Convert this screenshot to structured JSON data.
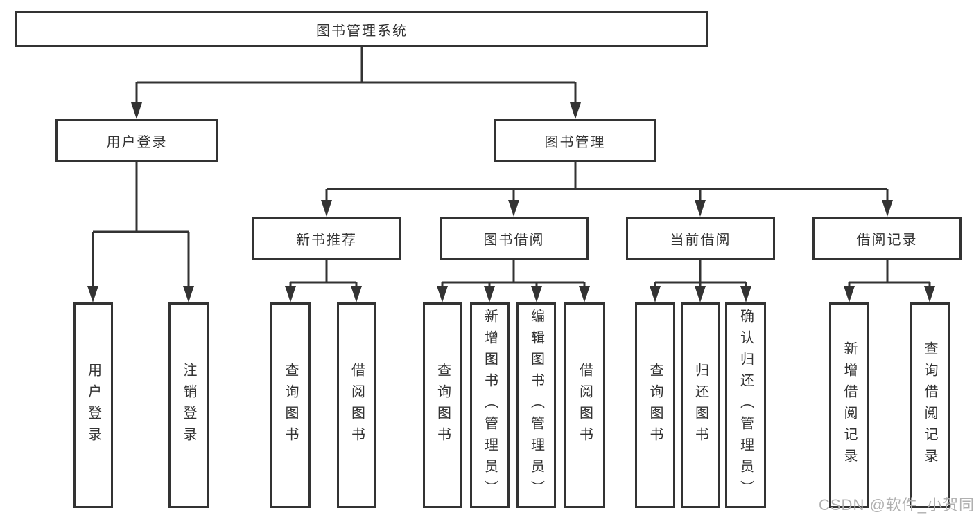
{
  "diagram": {
    "type": "hierarchy-tree",
    "title": "图书管理系统",
    "tree": {
      "label": "图书管理系统",
      "children": [
        {
          "label": "用户登录",
          "children": [
            {
              "label": "用户登录"
            },
            {
              "label": "注销登录"
            }
          ]
        },
        {
          "label": "图书管理",
          "children": [
            {
              "label": "新书推荐",
              "children": [
                {
                  "label": "查询图书"
                },
                {
                  "label": "借阅图书"
                }
              ]
            },
            {
              "label": "图书借阅",
              "children": [
                {
                  "label": "查询图书"
                },
                {
                  "label": "新增图书（管理员）"
                },
                {
                  "label": "编辑图书（管理员）"
                },
                {
                  "label": "借阅图书"
                }
              ]
            },
            {
              "label": "当前借阅",
              "children": [
                {
                  "label": "查询图书"
                },
                {
                  "label": "归还图书"
                },
                {
                  "label": "确认归还（管理员）"
                }
              ]
            },
            {
              "label": "借阅记录",
              "children": [
                {
                  "label": "新增借阅记录"
                },
                {
                  "label": "查询借阅记录"
                }
              ]
            }
          ]
        }
      ]
    },
    "colors": {
      "line": "#333333",
      "box_border": "#333333",
      "box_fill": "#ffffff",
      "text": "#333333",
      "watermark": "#b0b0b0",
      "background": "#ffffff"
    }
  },
  "watermark": {
    "text": "CSDN @软件_小贺同学"
  }
}
